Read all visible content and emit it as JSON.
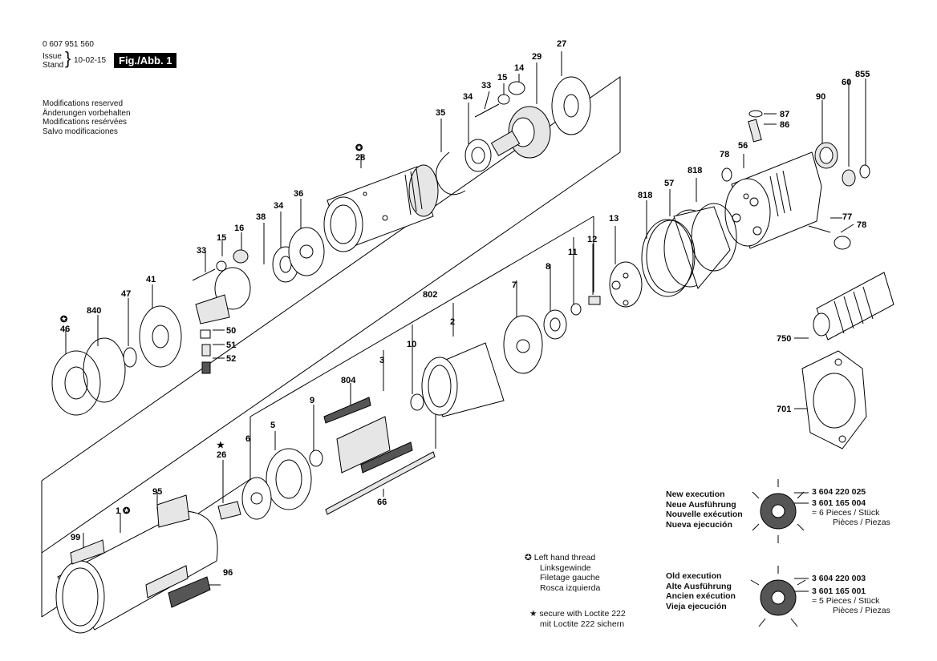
{
  "header": {
    "part_number": "0 607 951 560",
    "issue_label": "Issue",
    "stand_label": "Stand",
    "issue_date": "10-02-15",
    "figure_label": "Fig./Abb. 1"
  },
  "modifications": [
    "Modifications reserved",
    "Änderungen vorbehalten",
    "Modifications resérvées",
    "Salvo modificaciones"
  ],
  "part_labels": [
    "27",
    "29",
    "14",
    "15",
    "33",
    "34",
    "35",
    "28",
    "60",
    "855",
    "90",
    "87",
    "86",
    "78",
    "56",
    "818",
    "57",
    "818",
    "77",
    "78",
    "13",
    "12",
    "11",
    "8",
    "7",
    "802",
    "2",
    "3",
    "10",
    "804",
    "9",
    "5",
    "6",
    "26",
    "66",
    "750",
    "701",
    "38",
    "16",
    "15",
    "33",
    "36",
    "34",
    "41",
    "47",
    "840",
    "46",
    "50",
    "51",
    "52",
    "95",
    "1",
    "99",
    "96"
  ],
  "left_hand_thread": [
    "Left hand thread",
    "Linksgewinde",
    "Filetage gauche",
    "Rosca izquierda"
  ],
  "loctite": [
    "secure with Loctite 222",
    "mit Loctite 222 sichern"
  ],
  "new_execution": {
    "titles": [
      "New execution",
      "Neue Ausführung",
      "Nouvelle exécution",
      "Nueva ejecución"
    ],
    "part_a": "3 604 220 025",
    "part_b": "3 601 165 004",
    "pieces": "= 6 Pieces / Stück",
    "pieces_es": "Pièces / Piezas"
  },
  "old_execution": {
    "titles": [
      "Old execution",
      "Alte Ausführung",
      "Ancien exécution",
      "Vieja ejecución"
    ],
    "part_a": "3 604 220 003",
    "part_b": "3 601 165 001",
    "pieces": "= 5 Pieces / Stück",
    "pieces_es": "Pièces / Piezas"
  },
  "symbols": {
    "left_hand_thread_icon": "✪",
    "loctite_icon": "★"
  }
}
